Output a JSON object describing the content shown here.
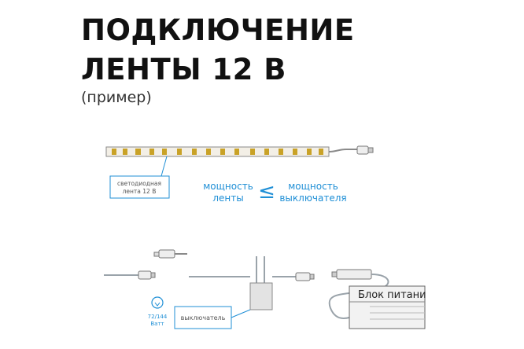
{
  "header": {
    "title_line1": "ПОДКЛЮЧЕНИЕ",
    "title_line2": "ЛЕНТЫ 12 В",
    "subtitle": "(пример)"
  },
  "strip_callout": {
    "line1": "светодиодная",
    "line2": "лента 12 В"
  },
  "comparison": {
    "left_line1": "мощность",
    "left_line2": "ленты",
    "symbol": "≤",
    "right_line1": "мощность",
    "right_line2": "выключателя"
  },
  "power_supply_label": "Блок питани",
  "switch_callout": "выключатель",
  "bulb_power": {
    "line1": "72/144",
    "line2": "Ватт"
  },
  "colors": {
    "accent": "#1f8fd6",
    "line": "#7f8c96",
    "title": "#111111"
  },
  "icons": [
    "chevron-less-equal-icon",
    "lightbulb-icon",
    "dc-plug-icon",
    "led-strip-icon"
  ]
}
